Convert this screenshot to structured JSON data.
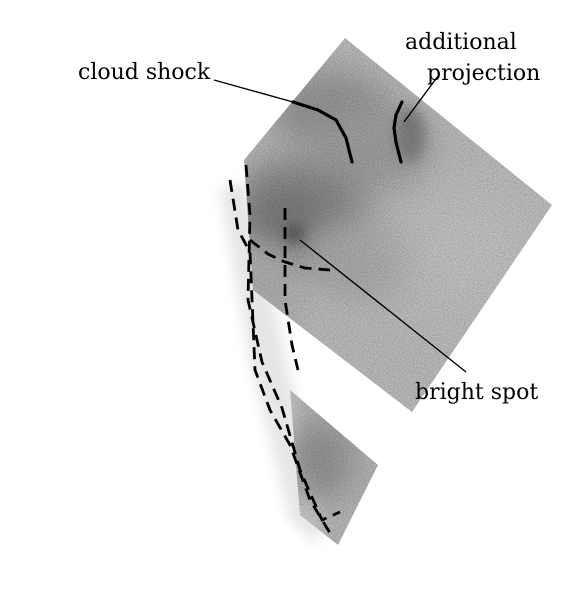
{
  "labels": {
    "cloud_shock": "cloud shock",
    "additional_line1": "additional",
    "additional_line2": "projection",
    "bright_spot": "bright spot"
  },
  "colors": {
    "background": "#ffffff",
    "field_light": "#d2d2d2",
    "field_dark": "#8a8a8a",
    "ink": "#000000"
  }
}
